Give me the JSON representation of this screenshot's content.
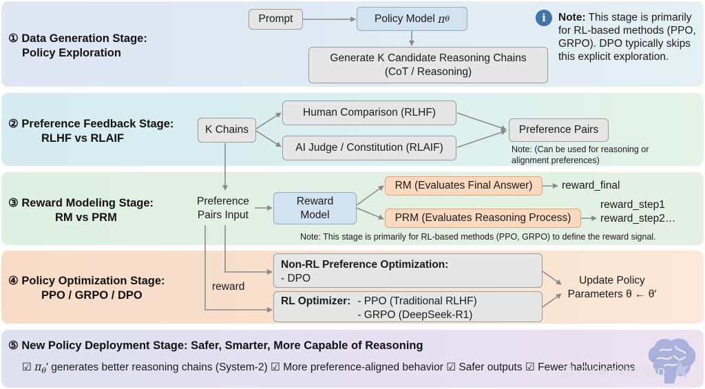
{
  "stages": [
    {
      "number": "①",
      "title_line1": "Data Generation Stage:",
      "title_line2": "Policy Exploration"
    },
    {
      "number": "②",
      "title_line1": "Preference Feedback Stage:",
      "title_line2": "RLHF vs RLAIF"
    },
    {
      "number": "③",
      "title_line1": "Reward Modeling Stage:",
      "title_line2": "RM vs PRM"
    },
    {
      "number": "④",
      "title_line1": "Policy Optimization Stage:",
      "title_line2": "PPO / GRPO / DPO"
    },
    {
      "number": "⑤",
      "title_line1": "New Policy Deployment Stage: Safer, Smarter, More Capable of Reasoning"
    }
  ],
  "stage1": {
    "prompt": "Prompt",
    "policy_model": "Policy Model",
    "policy_symbol": "π",
    "policy_sub": "θ",
    "generate_line1": "Generate K Candidate Reasoning Chains",
    "generate_line2": "(CoT / Reasoning)",
    "note_icon": "info-icon",
    "note_label": "Note:",
    "note_text": "This stage is primarily for RL-based methods (PPO, GRPO). DPO typically skips this explicit exploration."
  },
  "stage2": {
    "k_chains": "K Chains",
    "human": "Human Comparison (RLHF)",
    "ai_judge": "AI Judge / Constitution (RLAIF)",
    "preference_pairs": "Preference Pairs",
    "note_line1": "Note: (Can be used for reasoning or",
    "note_line2": "alignment preferences)"
  },
  "stage3": {
    "input_line1": "Preference",
    "input_line2": "Pairs Input",
    "reward_model_line1": "Reward",
    "reward_model_line2": "Model",
    "rm": "RM (Evaluates Final Answer)",
    "prm": "PRM (Evaluates Reasoning Process)",
    "reward_final": "reward_final",
    "reward_step1": "reward_step1",
    "reward_step2": "reward_step2…",
    "note": "Note: This stage is primarily for RL-based methods (PPO, GRPO) to define the reward signal."
  },
  "stage4": {
    "reward_label": "reward",
    "nonrl_title": "Non-RL Preference Optimization:",
    "nonrl_item": "- DPO",
    "rl_title": "RL Optimizer:",
    "rl_item1": "- PPO (Traditional RLHF)",
    "rl_item2": "- GRPO (DeepSeek-R1)",
    "update_line1": "Update Policy",
    "update_line2": "Parameters θ ← θ′"
  },
  "stage5": {
    "items": [
      "☑ πθ′ generates better reasoning chains (System-2)",
      "☑ More preference-aligned behavior",
      "☑ Safer outputs",
      "☑ Fewer hallucinations"
    ],
    "item1_check": "☑",
    "item1_symbol": "π",
    "item1_sub": "θ",
    "item1_rest": "′ generates better reasoning chains (System-2)",
    "item2": "☑ More preference-aligned behavior",
    "item3": "☑ Safer outputs",
    "item4": "☑ Fewer hallucinations"
  },
  "watermark": "@ 0xjacobzhao",
  "colors": {
    "arrow": "#8a8a8a",
    "info_icon": "#3f74a8",
    "blue_box": "#d2e2ef",
    "orange_box": "#fad9bf",
    "gray_box": "#e6e6e6"
  }
}
